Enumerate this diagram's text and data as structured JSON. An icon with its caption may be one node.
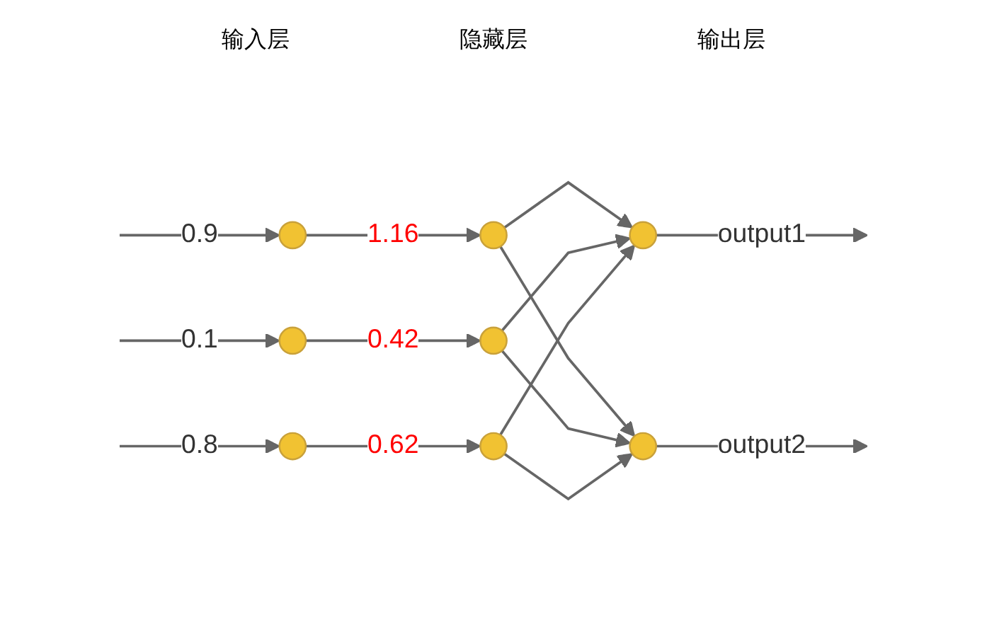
{
  "diagram": {
    "nodes": [
      {
        "text": [],
        "shape": "circle"
      },
      {
        "text": [],
        "shape": "circle"
      },
      {
        "text": [],
        "shape": "circle"
      },
      {
        "text": [],
        "shape": "circle"
      },
      {
        "text": [],
        "shape": "circle"
      },
      {
        "text": [],
        "shape": "circle"
      },
      {
        "text": [],
        "shape": "circle"
      },
      {
        "text": [],
        "shape": "circle"
      }
    ],
    "edges": [
      {
        "from": null,
        "to": 0,
        "arrow": "to",
        "label": "0.9"
      },
      {
        "from": null,
        "to": 1,
        "arrow": "to",
        "label": "0.1"
      },
      {
        "from": null,
        "to": 2,
        "arrow": "to",
        "label": "0.8"
      },
      {
        "from": 0,
        "to": 3,
        "arrow": "to",
        "label": "1.16"
      },
      {
        "from": 1,
        "to": 4,
        "arrow": "to",
        "label": "0.42"
      },
      {
        "from": 2,
        "to": 5,
        "arrow": "to",
        "label": "0.62"
      },
      {
        "from": 3,
        "to": 6,
        "arrow": "to"
      },
      {
        "from": 3,
        "to": 7,
        "arrow": "to"
      },
      {
        "from": 4,
        "to": 6,
        "arrow": "to"
      },
      {
        "from": 4,
        "to": 7,
        "arrow": "to"
      },
      {
        "from": 5,
        "to": 6,
        "arrow": "to"
      },
      {
        "from": 5,
        "to": 7,
        "arrow": "to"
      },
      {
        "from": 6,
        "to": null,
        "arrow": "to",
        "label": "output1"
      },
      {
        "from": 7,
        "to": null,
        "arrow": "to",
        "label": "output2"
      }
    ],
    "labels": [
      "输入层",
      "隐藏层",
      "输出层"
    ]
  }
}
